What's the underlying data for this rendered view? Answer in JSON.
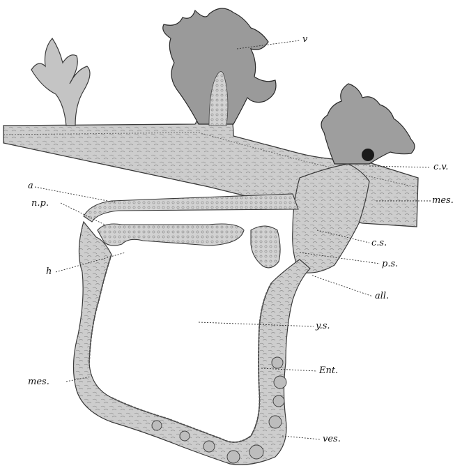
{
  "figure": {
    "labels": {
      "v": "v",
      "cv": "c.v.",
      "mes_upper": "mes.",
      "a": "a",
      "np": "n.p.",
      "cs": "c.s.",
      "ps": "p.s.",
      "h": "h",
      "all": "all.",
      "ys": "y.s.",
      "ent": "Ent.",
      "mes_lower": "mes.",
      "ves": "ves."
    },
    "colors": {
      "tissue": "#cfcfcf",
      "outline": "#3a3a3a",
      "villus_dark": "#555555",
      "background": "#ffffff"
    }
  }
}
